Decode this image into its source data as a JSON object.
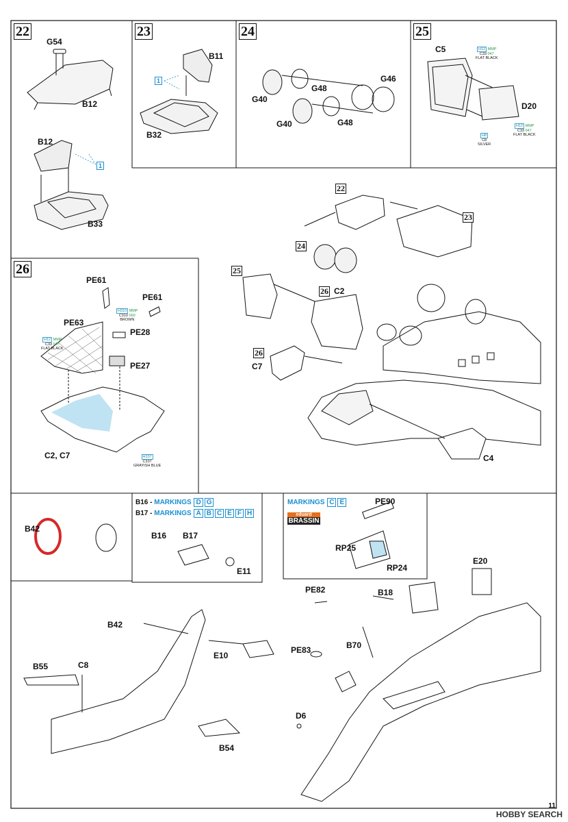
{
  "steps": {
    "s22": "22",
    "s23": "23",
    "s24": "24",
    "s25": "25",
    "s26": "26"
  },
  "parts": {
    "g54": "G54",
    "b12_top": "B12",
    "b12_mid": "B12",
    "b33": "B33",
    "b11": "B11",
    "b32": "B32",
    "g40_a": "G40",
    "g48_a": "G48",
    "g46": "G46",
    "g40_b": "G40",
    "g48_b": "G48",
    "c5": "C5",
    "d20": "D20",
    "pe61_a": "PE61",
    "pe61_b": "PE61",
    "pe63": "PE63",
    "pe28": "PE28",
    "pe27": "PE27",
    "c2c7": "C2, C7",
    "c2": "C2",
    "c7": "C7",
    "c4": "C4",
    "b42_a": "B42",
    "b16b17": "B16",
    "b17": "B17",
    "e11": "E11",
    "pe90": "PE90",
    "rp25": "RP25",
    "rp24": "RP24",
    "pe82": "PE82",
    "b18": "B18",
    "e20": "E20",
    "b42_b": "B42",
    "e10": "E10",
    "pe83": "PE83",
    "b70": "B70",
    "b55": "B55",
    "c8": "C8",
    "b54": "B54",
    "d6": "D6"
  },
  "callouts": {
    "one_a": "1",
    "one_b": "1",
    "mini22": "22",
    "mini23": "23",
    "mini24": "24",
    "mini25": "25",
    "mini26a": "26",
    "mini26b": "26"
  },
  "paints": {
    "p1": {
      "h": "H12",
      "mmp": "MMP",
      "c": "C33",
      "v": "047",
      "name": "FLAT BLACK"
    },
    "p2": {
      "h": "H12",
      "mmp": "MMP",
      "c": "C33",
      "v": "047",
      "name": "FLAT BLACK"
    },
    "p3": {
      "h": "H8",
      "c": "C8",
      "name": "SILVER"
    },
    "p4": {
      "h": "H310",
      "mmp": "MMP",
      "c": "C310",
      "v": "060",
      "name": "BROWN"
    },
    "p5": {
      "h": "H12",
      "mmp": "MMP",
      "c": "C33",
      "v": "047",
      "name": "FLAT BLACK"
    },
    "p6": {
      "h": "H337",
      "c": "C337",
      "name": "GRAYISH BLUE"
    }
  },
  "markings": {
    "b16": "B16 - ",
    "b17": "B17 - ",
    "mk": "MARKINGS",
    "b16_letters": [
      "D",
      "G"
    ],
    "b17_letters": [
      "A",
      "B",
      "C",
      "E",
      "F",
      "H"
    ],
    "box3_letters": [
      "C",
      "E"
    ]
  },
  "brassin": {
    "top": "eduard",
    "bottom": "BRASSIN"
  },
  "footer": {
    "page": "11",
    "watermark": "HOBBY SEARCH"
  },
  "colors": {
    "accent": "#1a8fd0",
    "canopy": "#bfe3f3",
    "red": "#d62828"
  }
}
